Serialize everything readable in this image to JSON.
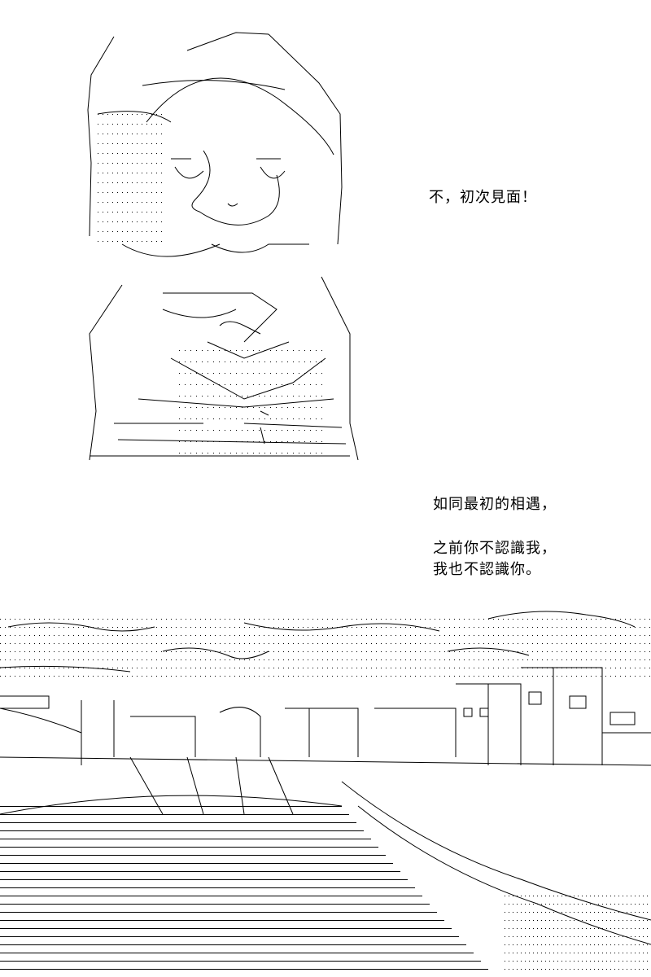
{
  "dialogue": {
    "line1": "不，初次見面！",
    "line2": "如同最初的相遇，",
    "line3": "之前你不認識我，\n我也不認識你。"
  },
  "colors": {
    "ink": "#000000",
    "paper": "#ffffff"
  },
  "icons": [
    "girl-ascii-art",
    "landscape-ascii-art"
  ]
}
